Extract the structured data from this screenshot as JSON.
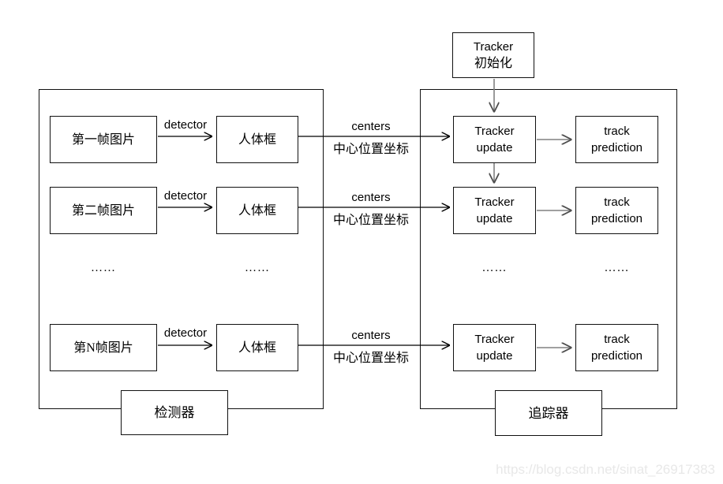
{
  "watermark": "https://blog.csdn.net/sinat_26917383",
  "shared": {
    "detector_label": "detector",
    "centers_label": "centers",
    "centers_sub_label": "中心位置坐标",
    "ellipsis": "……",
    "colors": {
      "line": "#000000",
      "gray_arrow": "#808080",
      "watermark": "#e8e8e8"
    }
  },
  "detector_section": {
    "title": "检测器",
    "frames": [
      "第一帧图片",
      "第二帧图片",
      "第N帧图片"
    ],
    "body_box_label": "人体框"
  },
  "tracker_section": {
    "title": "追踪器",
    "init_box": {
      "line1": "Tracker",
      "line2": "初始化"
    },
    "update_box": {
      "line1": "Tracker",
      "line2": "update"
    },
    "prediction_box": {
      "line1": "track",
      "line2": "prediction"
    }
  }
}
